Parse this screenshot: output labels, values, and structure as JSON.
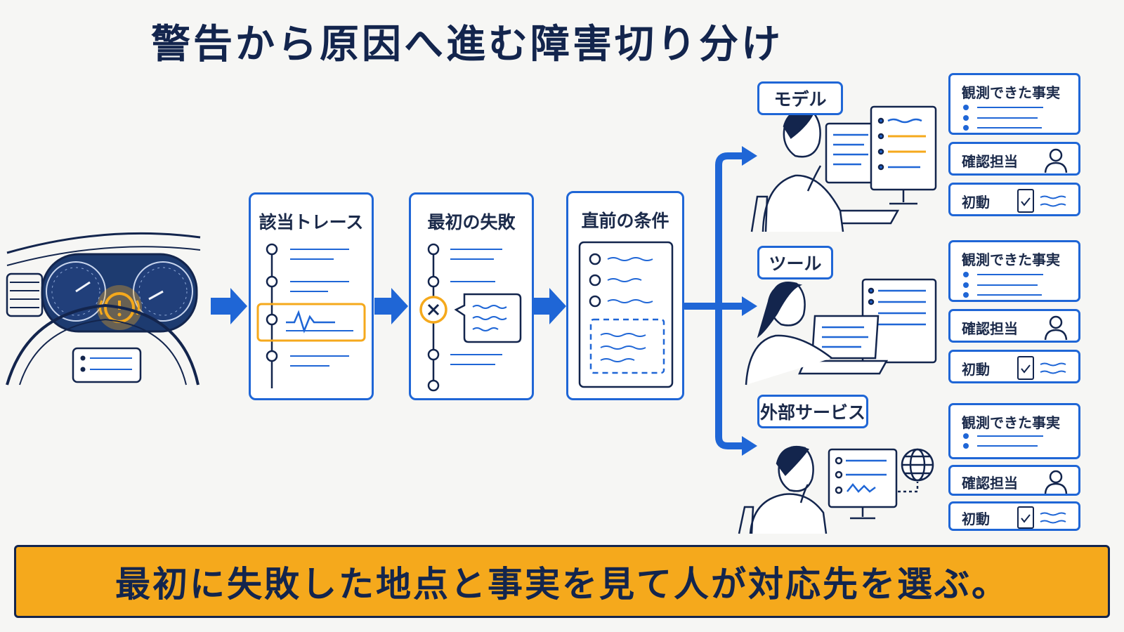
{
  "title": "警告から原因へ進む障害切り分け",
  "steps": [
    {
      "label": "該当トレース"
    },
    {
      "label": "最初の失敗"
    },
    {
      "label": "直前の条件"
    }
  ],
  "branches": [
    {
      "label": "モデル",
      "cards": [
        "観測できた事実",
        "確認担当",
        "初動"
      ]
    },
    {
      "label": "ツール",
      "cards": [
        "観測できた事実",
        "確認担当",
        "初動"
      ]
    },
    {
      "label": "外部サービス",
      "cards": [
        "観測できた事実",
        "確認担当",
        "初動"
      ]
    }
  ],
  "footer": "最初に失敗した地点と事実を見て人が対応先を選ぶ。",
  "colors": {
    "primary": "#1f66d6",
    "accent": "#f5a91c",
    "navy": "#13254d"
  }
}
